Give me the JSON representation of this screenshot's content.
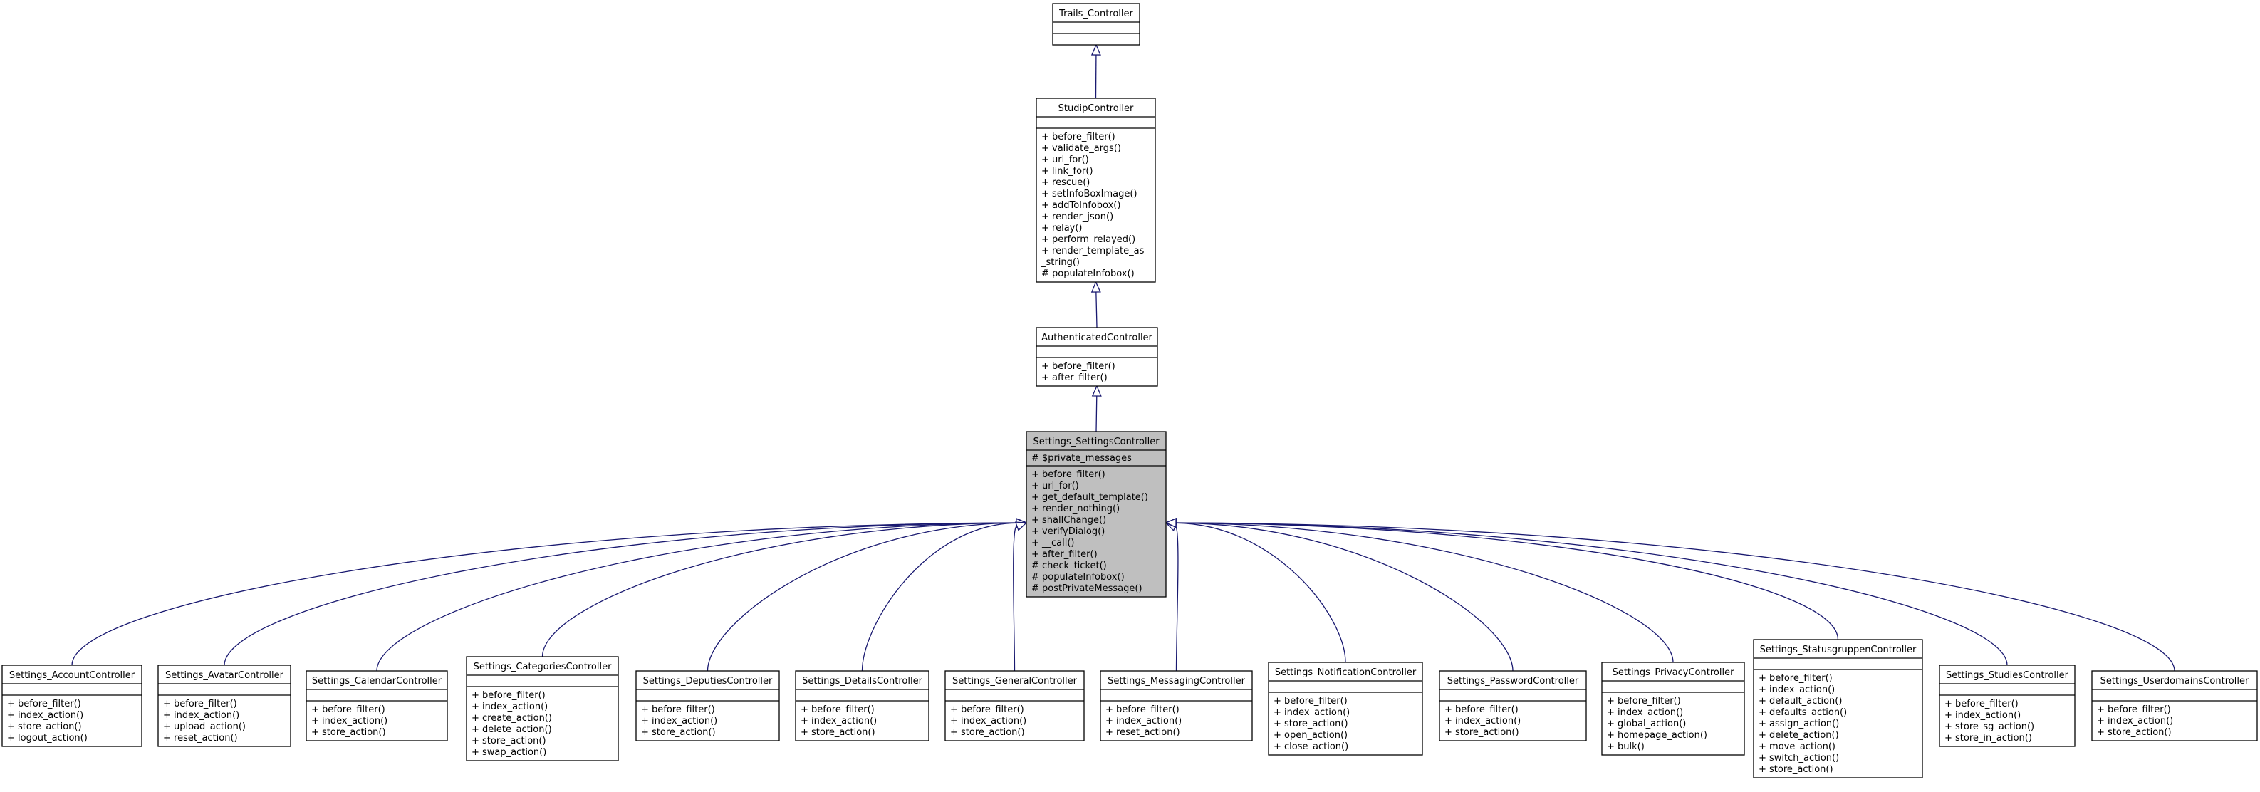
{
  "colors": {
    "edge": "#191970",
    "highlight_fill": "#bfbfbf",
    "box_border": "#000000"
  },
  "classes": [
    {
      "id": "trails",
      "name": "Trails_Controller",
      "attributes": [],
      "methods": []
    },
    {
      "id": "studip",
      "name": "StudipController",
      "attributes": [],
      "methods": [
        "+ before_filter()",
        "+ validate_args()",
        "+ url_for()",
        "+ link_for()",
        "+ rescue()",
        "+ setInfoBoxImage()",
        "+ addToInfobox()",
        "+ render_json()",
        "+ relay()",
        "+ perform_relayed()",
        "+ render_template_as",
        "_string()",
        "# populateInfobox()"
      ]
    },
    {
      "id": "auth",
      "name": "AuthenticatedController",
      "attributes": [],
      "methods": [
        "+ before_filter()",
        "+ after_filter()"
      ]
    },
    {
      "id": "settings",
      "name": "Settings_SettingsController",
      "highlight": true,
      "attributes": [
        "# $private_messages"
      ],
      "methods": [
        "+ before_filter()",
        "+ url_for()",
        "+ get_default_template()",
        "+ render_nothing()",
        "+ shallChange()",
        "+ verifyDialog()",
        "+ __call()",
        "+ after_filter()",
        "# check_ticket()",
        "# populateInfobox()",
        "# postPrivateMessage()"
      ]
    },
    {
      "id": "account",
      "name": "Settings_AccountController",
      "attributes": [],
      "methods": [
        "+ before_filter()",
        "+ index_action()",
        "+ store_action()",
        "+ logout_action()"
      ]
    },
    {
      "id": "avatar",
      "name": "Settings_AvatarController",
      "attributes": [],
      "methods": [
        "+ before_filter()",
        "+ index_action()",
        "+ upload_action()",
        "+ reset_action()"
      ]
    },
    {
      "id": "calendar",
      "name": "Settings_CalendarController",
      "attributes": [],
      "methods": [
        "+ before_filter()",
        "+ index_action()",
        "+ store_action()"
      ]
    },
    {
      "id": "categories",
      "name": "Settings_CategoriesController",
      "attributes": [],
      "methods": [
        "+ before_filter()",
        "+ index_action()",
        "+ create_action()",
        "+ delete_action()",
        "+ store_action()",
        "+ swap_action()"
      ]
    },
    {
      "id": "deputies",
      "name": "Settings_DeputiesController",
      "attributes": [],
      "methods": [
        "+ before_filter()",
        "+ index_action()",
        "+ store_action()"
      ]
    },
    {
      "id": "details",
      "name": "Settings_DetailsController",
      "attributes": [],
      "methods": [
        "+ before_filter()",
        "+ index_action()",
        "+ store_action()"
      ]
    },
    {
      "id": "general",
      "name": "Settings_GeneralController",
      "attributes": [],
      "methods": [
        "+ before_filter()",
        "+ index_action()",
        "+ store_action()"
      ]
    },
    {
      "id": "messaging",
      "name": "Settings_MessagingController",
      "attributes": [],
      "methods": [
        "+ before_filter()",
        "+ index_action()",
        "+ reset_action()"
      ]
    },
    {
      "id": "notification",
      "name": "Settings_NotificationController",
      "attributes": [],
      "methods": [
        "+ before_filter()",
        "+ index_action()",
        "+ store_action()",
        "+ open_action()",
        "+ close_action()"
      ]
    },
    {
      "id": "password",
      "name": "Settings_PasswordController",
      "attributes": [],
      "methods": [
        "+ before_filter()",
        "+ index_action()",
        "+ store_action()"
      ]
    },
    {
      "id": "privacy",
      "name": "Settings_PrivacyController",
      "attributes": [],
      "methods": [
        "+ before_filter()",
        "+ index_action()",
        "+ global_action()",
        "+ homepage_action()",
        "+ bulk()"
      ]
    },
    {
      "id": "statusgruppen",
      "name": "Settings_StatusgruppenController",
      "attributes": [],
      "methods": [
        "+ before_filter()",
        "+ index_action()",
        "+ default_action()",
        "+ defaults_action()",
        "+ assign_action()",
        "+ delete_action()",
        "+ move_action()",
        "+ switch_action()",
        "+ store_action()"
      ]
    },
    {
      "id": "studies",
      "name": "Settings_StudiesController",
      "attributes": [],
      "methods": [
        "+ before_filter()",
        "+ index_action()",
        "+ store_sg_action()",
        "+ store_in_action()"
      ]
    },
    {
      "id": "userdomains",
      "name": "Settings_UserdomainsController",
      "attributes": [],
      "methods": [
        "+ before_filter()",
        "+ index_action()",
        "+ store_action()"
      ]
    }
  ],
  "inheritance": [
    {
      "child": "studip",
      "parent": "trails"
    },
    {
      "child": "auth",
      "parent": "studip"
    },
    {
      "child": "settings",
      "parent": "auth"
    },
    {
      "child": "account",
      "parent": "settings"
    },
    {
      "child": "avatar",
      "parent": "settings"
    },
    {
      "child": "calendar",
      "parent": "settings"
    },
    {
      "child": "categories",
      "parent": "settings"
    },
    {
      "child": "deputies",
      "parent": "settings"
    },
    {
      "child": "details",
      "parent": "settings"
    },
    {
      "child": "general",
      "parent": "settings"
    },
    {
      "child": "messaging",
      "parent": "settings"
    },
    {
      "child": "notification",
      "parent": "settings"
    },
    {
      "child": "password",
      "parent": "settings"
    },
    {
      "child": "privacy",
      "parent": "settings"
    },
    {
      "child": "statusgruppen",
      "parent": "settings"
    },
    {
      "child": "studies",
      "parent": "settings"
    },
    {
      "child": "userdomains",
      "parent": "settings"
    }
  ]
}
